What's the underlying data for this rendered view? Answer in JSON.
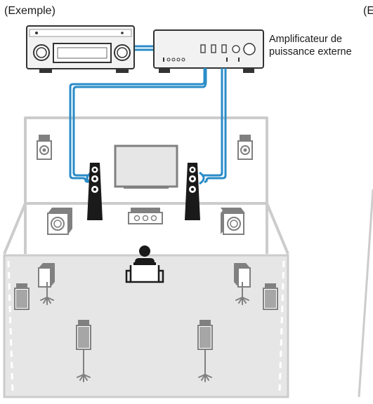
{
  "captions": {
    "example": "(Exemple)",
    "example_cut": "(E"
  },
  "amplifier_label": {
    "line1": "Amplificateur de",
    "line2": "puissance externe"
  },
  "colors": {
    "cable": "#2a8cc8",
    "speaker_black": "#1a1a1a",
    "room_outline": "#cccccc",
    "floor_fill": "#e6e6e6",
    "device_fill": "#f2f2f2"
  }
}
